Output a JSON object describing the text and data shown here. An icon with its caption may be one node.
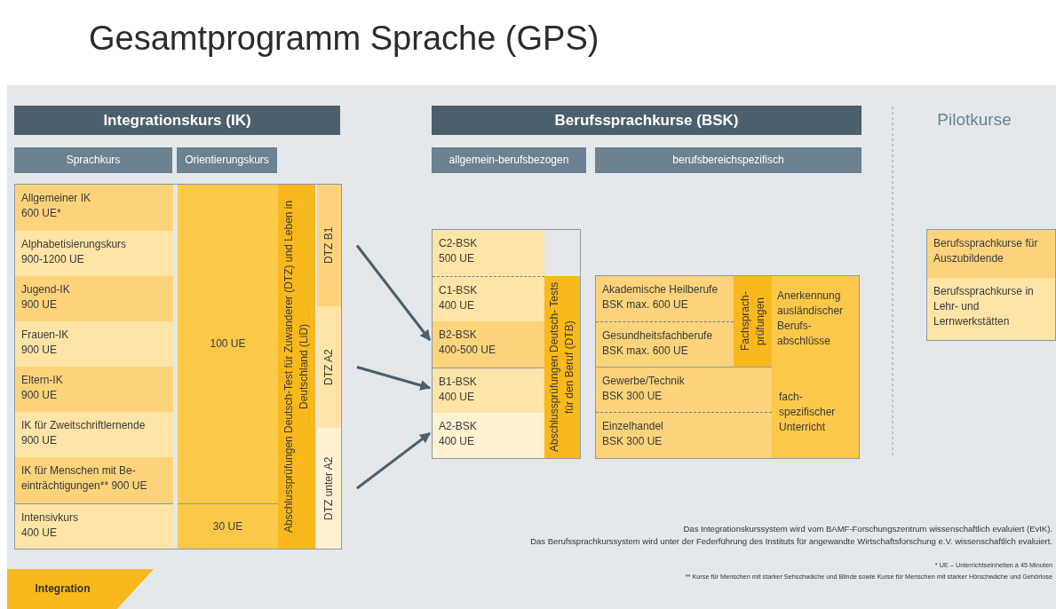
{
  "diagram": {
    "title": "Gesamtprogramm Sprache (GPS)",
    "nodes": [
      {
        "text": [
          "Integrationskurs (IK)"
        ]
      },
      {
        "text": [
          "Sprachkurs"
        ]
      },
      {
        "text": [
          "Orientierungskurs"
        ]
      },
      {
        "text": [],
        "shape": "box"
      },
      {
        "text": [
          "Allgemeiner IK",
          "600 UE*"
        ],
        "in": 3
      },
      {
        "text": [
          "Alphabetisierungskurs",
          "900-1200 UE"
        ],
        "in": 3
      },
      {
        "text": [
          "Jugend-IK",
          "900 UE"
        ],
        "in": 3
      },
      {
        "text": [
          "Frauen-IK",
          "900 UE"
        ],
        "in": 3
      },
      {
        "text": [
          "Eltern-IK",
          "900 UE"
        ],
        "in": 3
      },
      {
        "text": [
          "IK für Zweitschriftlernende",
          "900 UE"
        ],
        "in": 3
      },
      {
        "text": [
          "IK für Menschen mit Be- einträchtigungen** 900 UE"
        ],
        "in": 3
      },
      {
        "text": [
          "Intensivkurs",
          "400 UE"
        ],
        "in": 3
      },
      {
        "text": [
          "100 UE"
        ],
        "in": 3
      },
      {
        "text": [
          "30 UE"
        ],
        "in": 3
      },
      {
        "text": [
          "Abschlussprüfungen Deutsch-Test für Zuwanderer (DTZ) und Leben in Deutschland (LiD)"
        ],
        "in": 3
      },
      {
        "text": [
          "DTZ B1"
        ],
        "in": 3
      },
      {
        "text": [
          "DTZ A2"
        ],
        "in": 3
      },
      {
        "text": [
          "DTZ unter A2"
        ],
        "in": 3
      },
      {
        "text": [
          "Berufssprachkurse (BSK)"
        ]
      },
      {
        "text": [
          "allgemein-berufsbezogen"
        ]
      },
      {
        "text": [
          "berufsbereichspezifisch"
        ]
      },
      {
        "text": [],
        "shape": "box"
      },
      {
        "text": [
          "C2-BSK",
          "500 UE"
        ],
        "in": 21
      },
      {
        "text": [
          "C1-BSK",
          "400 UE"
        ],
        "in": 21
      },
      {
        "text": [
          "B2-BSK",
          "400-500 UE"
        ],
        "in": 21
      },
      {
        "text": [
          "B1-BSK",
          "400 UE"
        ],
        "in": 21
      },
      {
        "text": [
          "A2-BSK",
          "400 UE"
        ],
        "in": 21
      },
      {
        "text": [
          "Abschlussprüfungen Deutsch- Tests für den Beruf (DTB)"
        ],
        "in": 21
      },
      {
        "text": [],
        "shape": "box"
      },
      {
        "text": [
          "Akademische Heilberufe",
          "BSK max. 600 UE"
        ],
        "in": 28
      },
      {
        "text": [
          "Gesundheitsfachberufe",
          "BSK max. 600 UE"
        ],
        "in": 28
      },
      {
        "text": [
          "Fachsprach- prüfungen"
        ],
        "in": 28
      },
      {
        "text": [
          "Anerkennung ausländischer Berufs- abschlüsse"
        ],
        "in": 28
      },
      {
        "text": [
          "Gewerbe/Technik",
          "BSK 300 UE"
        ],
        "in": 28
      },
      {
        "text": [
          "Einzelhandel",
          "BSK 300 UE"
        ],
        "in": 28
      },
      {
        "text": [
          "fach- spezifischer Unterricht"
        ],
        "in": 28
      },
      {
        "text": [],
        "shape": "box"
      },
      {
        "text": [
          "Berufssprachkurse für Auszubildende"
        ],
        "in": 36
      },
      {
        "text": [
          "Berufssprachkurse in Lehr- und Lernwerkstätten"
        ],
        "in": 36
      },
      {
        "text": [
          "Integration"
        ]
      }
    ],
    "edges": [
      {
        "from": 15,
        "to": 21,
        "arrow": "to"
      },
      {
        "from": 16,
        "to": 21,
        "arrow": "to"
      },
      {
        "from": 17,
        "to": 21,
        "arrow": "to"
      }
    ],
    "labels": [
      "Pilotkurse",
      "Das Integrationskurssystem wird vom BAMF-Forschungszentrum wissenschaftlich evaluiert (EvIK).",
      "Das Berufssprachkurssystem wird unter der Federführung des Instituts für angewandte Wirtschaftsforschung e.V. wissenschaftlich evaluiert.",
      "* UE – Unterrichtseinheiten à 45 Minuten",
      "** Kurse für Menschen mit starker Sehschwäche und Blinde sowie Kurse für Menschen mit starker Hörschwäche und Gehörlose"
    ]
  }
}
